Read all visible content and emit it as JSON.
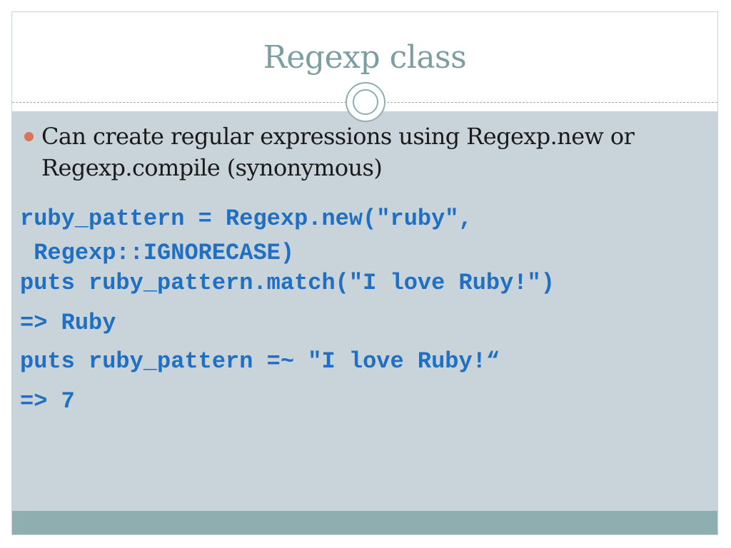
{
  "slide": {
    "title": "Regexp class",
    "bullet": "Can create regular expressions using Regexp.new or Regexp.compile (synonymous)",
    "code_lines": [
      "ruby_pattern = Regexp.new(\"ruby\",\n Regexp::IGNORECASE)",
      "puts ruby_pattern.match(\"I love Ruby!\")",
      "=> Ruby",
      "puts ruby_pattern =~ \"I love Ruby!“",
      "=> 7"
    ]
  },
  "colors": {
    "title": "#7d9ea0",
    "content_background": "#c8d3da",
    "footer_band": "#8faeb0",
    "bullet_marker": "#d8735c",
    "code_text": "#1f6fc4",
    "body_text": "#1a1a1a"
  },
  "icons": {
    "ornament": "double-circle-ornament",
    "bullet": "round-bullet"
  }
}
